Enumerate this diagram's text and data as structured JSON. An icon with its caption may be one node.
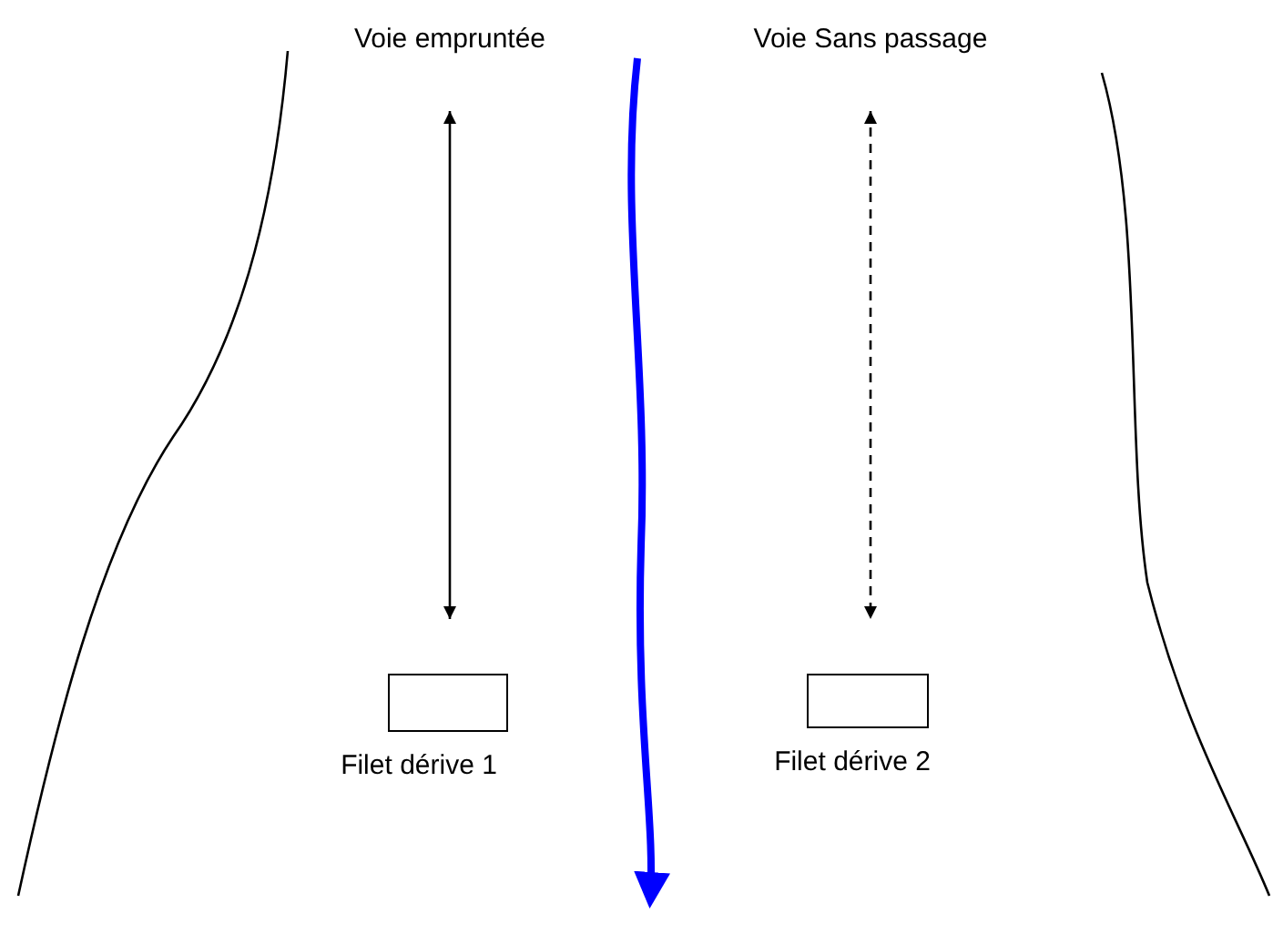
{
  "diagram": {
    "nodes": [
      {
        "text": [
          "Voie empruntée"
        ]
      },
      {
        "text": [
          "Filet dérive 1"
        ]
      },
      {
        "text": [
          "Voie Sans passage"
        ]
      },
      {
        "text": [
          "Filet dérive 2"
        ]
      }
    ],
    "edges": [
      {
        "from": 0,
        "to": 1,
        "arrow": "both"
      },
      {
        "from": 2,
        "to": 3,
        "arrow": "both",
        "style": "dashed"
      }
    ]
  }
}
